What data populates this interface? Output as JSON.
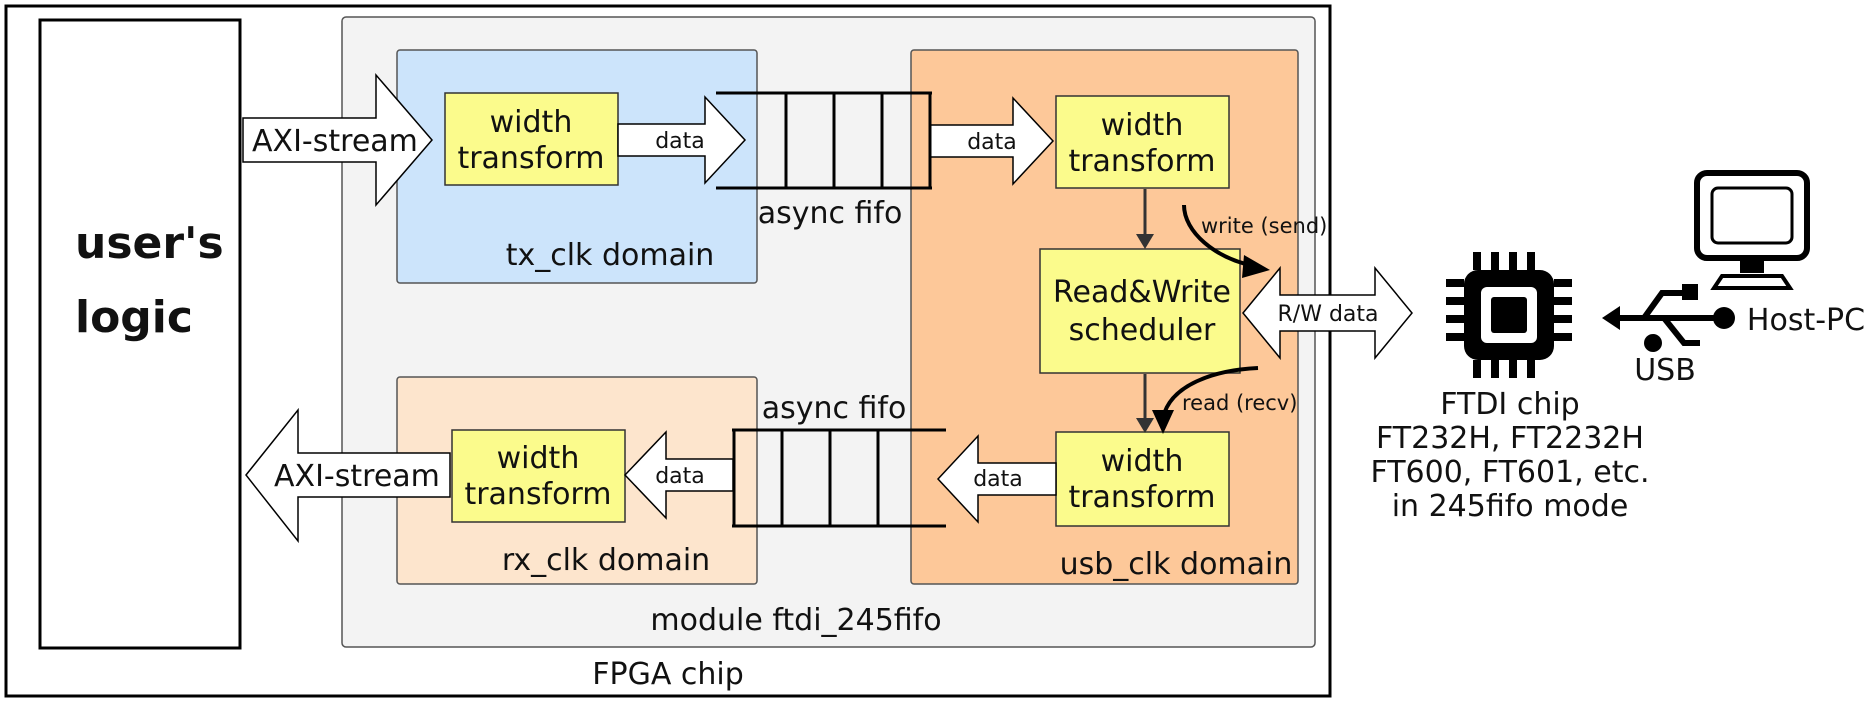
{
  "fpga_chip": {
    "label": "FPGA chip"
  },
  "users_logic": {
    "line1": "user's",
    "line2": "logic"
  },
  "module": {
    "label": "module  ftdi_245fifo"
  },
  "domains": {
    "tx": "tx_clk domain",
    "rx": "rx_clk domain",
    "usb": "usb_clk domain"
  },
  "blocks": {
    "width_transform": {
      "line1": "width",
      "line2": "transform"
    },
    "scheduler": {
      "line1": "Read&Write",
      "line2": "scheduler"
    }
  },
  "fifos": {
    "tx_label": "async fifo",
    "rx_label": "async fifo"
  },
  "arrows": {
    "axi_in": "AXI-stream",
    "axi_out": "AXI-stream",
    "data": "data",
    "write": "write (send)",
    "read": "read (recv)",
    "rw_data": "R/W data"
  },
  "ftdi": {
    "line1": "FTDI chip",
    "line2": "FT232H, FT2232H",
    "line3": "FT600, FT601, etc.",
    "line4": "in 245fifo mode"
  },
  "usb": {
    "label": "USB"
  },
  "host": {
    "label": "Host-PC"
  },
  "colors": {
    "tx_domain": "#cce4fb",
    "rx_domain": "#fde5cd",
    "usb_domain": "#fdc899",
    "block": "#fbfb8c",
    "module": "#f3f3f3"
  }
}
